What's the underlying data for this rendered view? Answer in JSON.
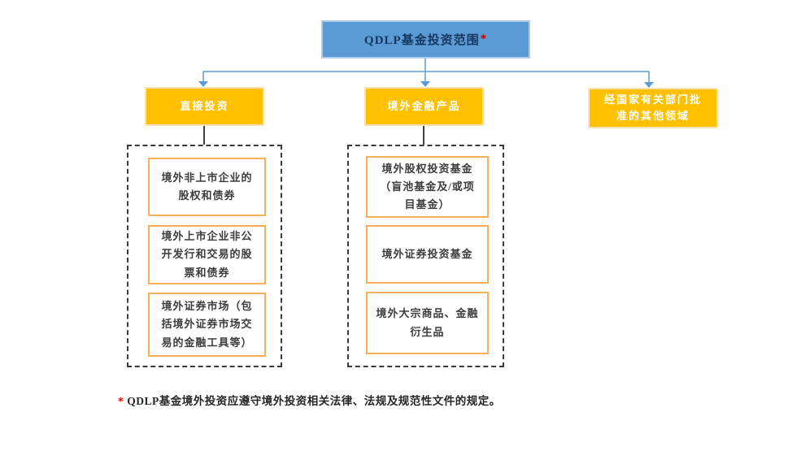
{
  "diagram": {
    "title": "QDLP基金投资范围",
    "title_marker": "*",
    "branches": [
      {
        "label": "直接投资"
      },
      {
        "label": "境外金融产品"
      },
      {
        "label": "经国家有关部门批准的其他领域"
      }
    ],
    "groups": [
      {
        "parent": "直接投资",
        "items": [
          {
            "label": "境外非上市企业的股权和债券"
          },
          {
            "label": "境外上市企业非公开发行和交易的股票和债券"
          },
          {
            "label": "境外证券市场（包括境外证券市场交易的金融工具等）"
          }
        ]
      },
      {
        "parent": "境外金融产品",
        "items": [
          {
            "label": "境外股权投资基金（盲池基金及/或项目基金）"
          },
          {
            "label": "境外证券投资基金"
          },
          {
            "label": "境外大宗商品、金融衍生品"
          }
        ]
      }
    ],
    "footnote": {
      "marker": "*",
      "text": "QDLP基金境外投资应遵守境外投资相关法律、法规及规范性文件的规定。"
    },
    "colors": {
      "root_fill": "#5B9BD5",
      "root_border": "#AECBEA",
      "root_text": "#17375E",
      "branch_fill": "#FFC000",
      "branch_border": "#FFE3B8",
      "branch_text": "#FFFFFF",
      "leaf_border": "#F6B05B",
      "dashed_border": "#3A3A3A",
      "connector_blue": "#5B9BD5",
      "connector_dark": "#404040",
      "marker_red": "#C00000"
    }
  }
}
